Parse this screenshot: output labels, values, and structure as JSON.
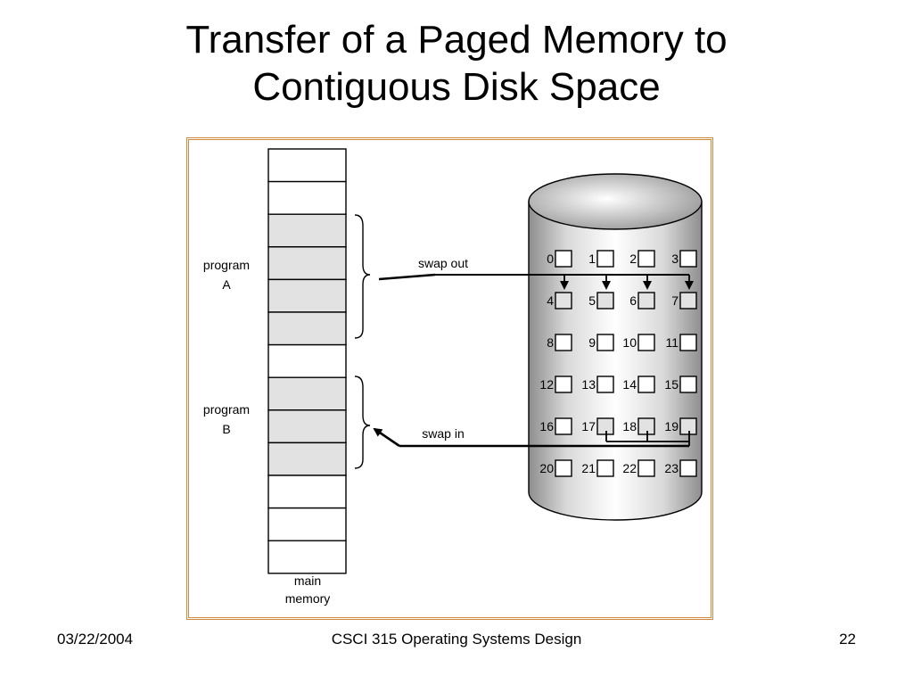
{
  "slide": {
    "title_line1": "Transfer of a Paged Memory to",
    "title_line2": "Contiguous Disk Space"
  },
  "diagram": {
    "memory": {
      "caption_line1": "main",
      "caption_line2": "memory",
      "frame_count": 13,
      "shaded_frames": [
        2,
        3,
        4,
        5,
        7,
        8,
        9
      ]
    },
    "program_a": {
      "label_line1": "program",
      "label_line2": "A"
    },
    "program_b": {
      "label_line1": "program",
      "label_line2": "B"
    },
    "swap_out_label": "swap out",
    "swap_in_label": "swap in",
    "disk_blocks": [
      "0",
      "1",
      "2",
      "3",
      "4",
      "5",
      "6",
      "7",
      "8",
      "9",
      "10",
      "11",
      "12",
      "13",
      "14",
      "15",
      "16",
      "17",
      "18",
      "19",
      "20",
      "21",
      "22",
      "23"
    ],
    "disk_shaded_blocks": [
      4,
      5,
      6,
      7,
      17,
      18,
      19
    ],
    "colors": {
      "frame_border": "#d08a3c",
      "shaded_fill": "#e2e2e2",
      "arrow": "#000000"
    }
  },
  "footer": {
    "date": "03/22/2004",
    "course": "CSCI 315 Operating Systems Design",
    "page": "22"
  }
}
